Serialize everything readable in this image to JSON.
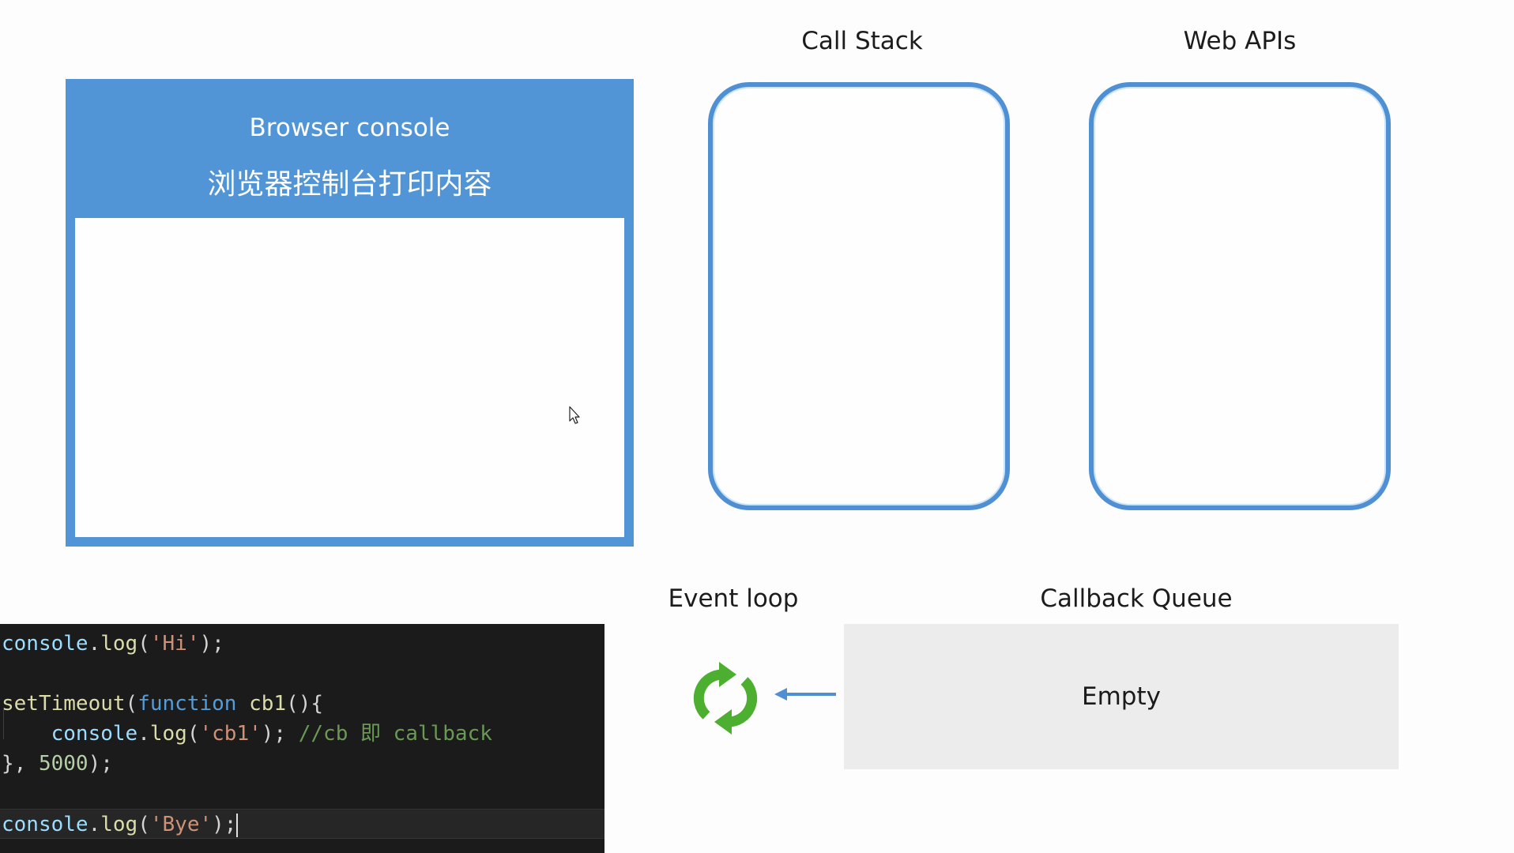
{
  "console": {
    "title": "Browser console",
    "subtitle": "浏览器控制台打印内容",
    "output_lines": []
  },
  "call_stack": {
    "label": "Call Stack",
    "items": []
  },
  "web_apis": {
    "label": "Web APIs",
    "items": []
  },
  "event_loop": {
    "label": "Event loop",
    "icon": "refresh-cycle-icon",
    "icon_color": "#4caf30"
  },
  "callback_queue": {
    "label": "Callback Queue",
    "content": "Empty"
  },
  "code": {
    "line1": {
      "obj": "console",
      "dot": ".",
      "fn": "log",
      "open": "(",
      "str": "'Hi'",
      "close": ");"
    },
    "line3": {
      "fn": "setTimeout",
      "open": "(",
      "kw": "function",
      "space": " ",
      "name": "cb1",
      "rest": "(){"
    },
    "line4": {
      "indent": "    ",
      "obj": "console",
      "dot": ".",
      "fn": "log",
      "open": "(",
      "str": "'cb1'",
      "close": ");",
      "space": " ",
      "comment": "//cb 即 callback"
    },
    "line5": {
      "close": "}, ",
      "num": "5000",
      "end": ");"
    },
    "line7": {
      "obj": "console",
      "dot": ".",
      "fn": "log",
      "open": "(",
      "str": "'Bye'",
      "close": ");"
    }
  },
  "colors": {
    "accent_blue": "#5195d6",
    "box_border": "#4f8fd3",
    "event_loop_green": "#4caf30",
    "arrow_blue": "#4f8fd3",
    "queue_bg": "#ececec"
  }
}
